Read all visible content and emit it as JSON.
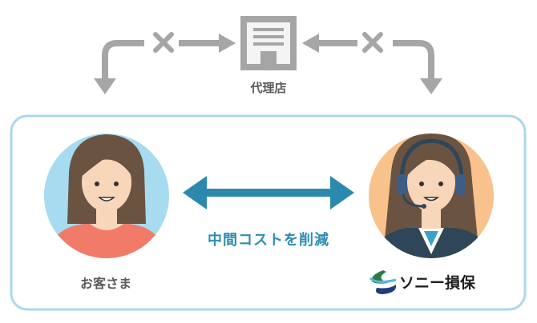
{
  "agency": {
    "label": "代理店"
  },
  "customer": {
    "label": "お客さま"
  },
  "middle": {
    "label": "中間コストを削減"
  },
  "insurer": {
    "brand": "ソニー損保"
  },
  "colors": {
    "arrow_gray": "#a6a6a6",
    "frame_blue": "#a9d8ec",
    "teal_arrow": "#2b89ad",
    "customer_bg": "#a6dbf0",
    "operator_bg": "#f9c28c",
    "label_text": "#5a5a5a",
    "accent_text": "#2d8db2"
  },
  "icons": {
    "agency": "building-icon",
    "blocked": "x-mark-icon",
    "customer": "woman-avatar",
    "operator": "headset-operator-avatar",
    "brand": "sony-logo-mark"
  }
}
